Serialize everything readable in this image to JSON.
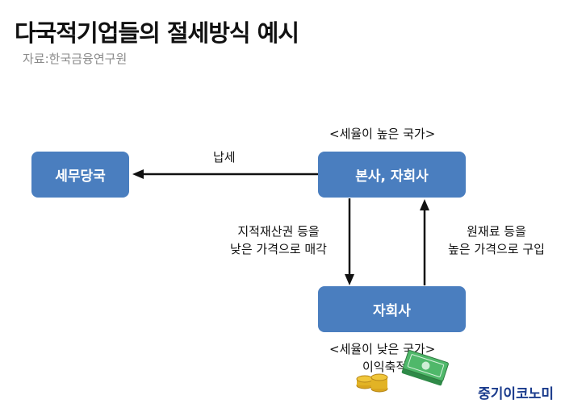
{
  "title": "다국적기업들의 절세방식 예시",
  "source": "자료:한국금융연구원",
  "nodes": {
    "tax_authority": "세무당국",
    "hq": "본사, 자회사",
    "subsidiary": "자회사"
  },
  "labels": {
    "high_tax_country": "<세율이 높은 국가>",
    "low_tax_country": "<세율이 낮은 국가>",
    "tax_payment": "납세",
    "down_line1": "지적재산권 등을",
    "down_line2": "낮은 가격으로 매각",
    "up_line1": "원재료 등을",
    "up_line2": "높은 가격으로 구입",
    "profit": "이익축적"
  },
  "brand": "중기이코노미",
  "colors": {
    "box": "#4a7ebf",
    "arrow": "#111111",
    "money": "#3aa55a",
    "coin": "#e2b325"
  }
}
